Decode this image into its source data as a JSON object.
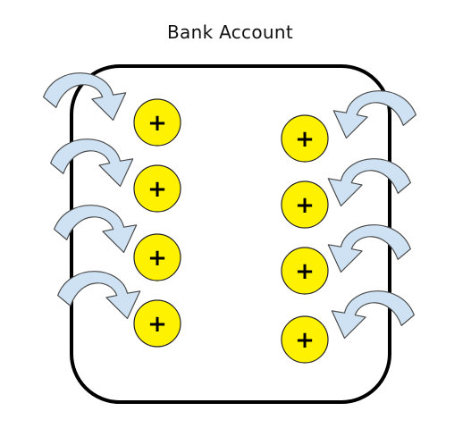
{
  "title": "Bank Account",
  "coin_symbol": "+",
  "colors": {
    "coin_fill": "#fff200",
    "coin_stroke": "#222222",
    "arrow_fill": "#cfe2f3",
    "arrow_stroke": "#4a4a4a",
    "account_stroke": "#000000"
  },
  "icons": {
    "coin": "plus-coin-icon",
    "arrow": "curved-arrow-icon"
  },
  "coins": {
    "left_column_count": 4,
    "right_column_count": 4
  },
  "arrows": {
    "left_side_count": 4,
    "right_side_count": 4
  }
}
